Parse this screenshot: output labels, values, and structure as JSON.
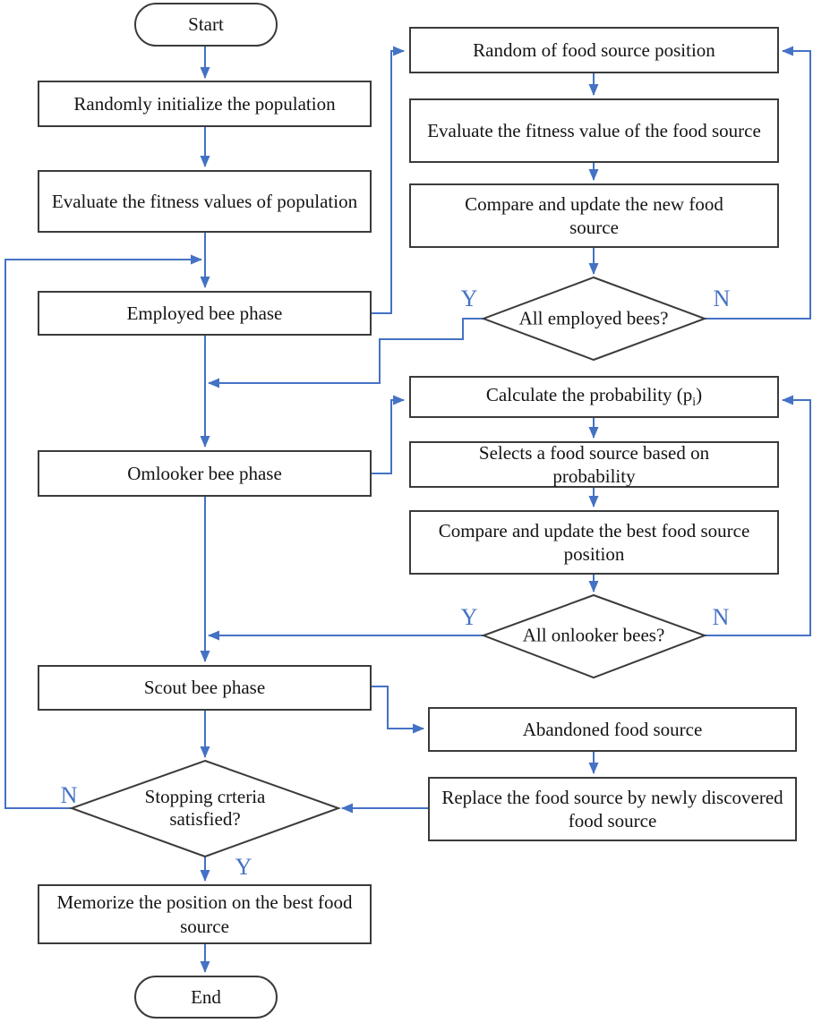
{
  "diagram": {
    "kind": "flowchart",
    "colors": {
      "line": "#4472c4",
      "border": "#3b3b3b",
      "text": "#141414",
      "label": "#4472c4"
    },
    "nodes": {
      "start": "Start",
      "init": "Randomly initialize the population",
      "eval_pop": "Evaluate the fitness values of population",
      "employed": "Employed bee phase",
      "random_food": "Random of food source position",
      "eval_food": "Evaluate the fitness value of the food source",
      "compare_new": "Compare and update the new food source",
      "all_employed": "All employed bees?",
      "calc_prob_prefix": "Calculate the probability (p",
      "calc_prob_sub": "i",
      "calc_prob_suffix": ")",
      "selects": "Selects a food source based on probability",
      "compare_best": "Compare and update the best food source position",
      "onlooker": "Omlooker bee phase",
      "all_onlooker": "All onlooker bees?",
      "scout": "Scout bee phase",
      "abandoned": "Abandoned food source",
      "replace": "Replace the food source by newly discovered food source",
      "stopping": "Stopping crteria satisfied?",
      "memorize": "Memorize the position on the best food source",
      "end": "End"
    },
    "branch_labels": {
      "yes": "Y",
      "no": "N"
    }
  }
}
